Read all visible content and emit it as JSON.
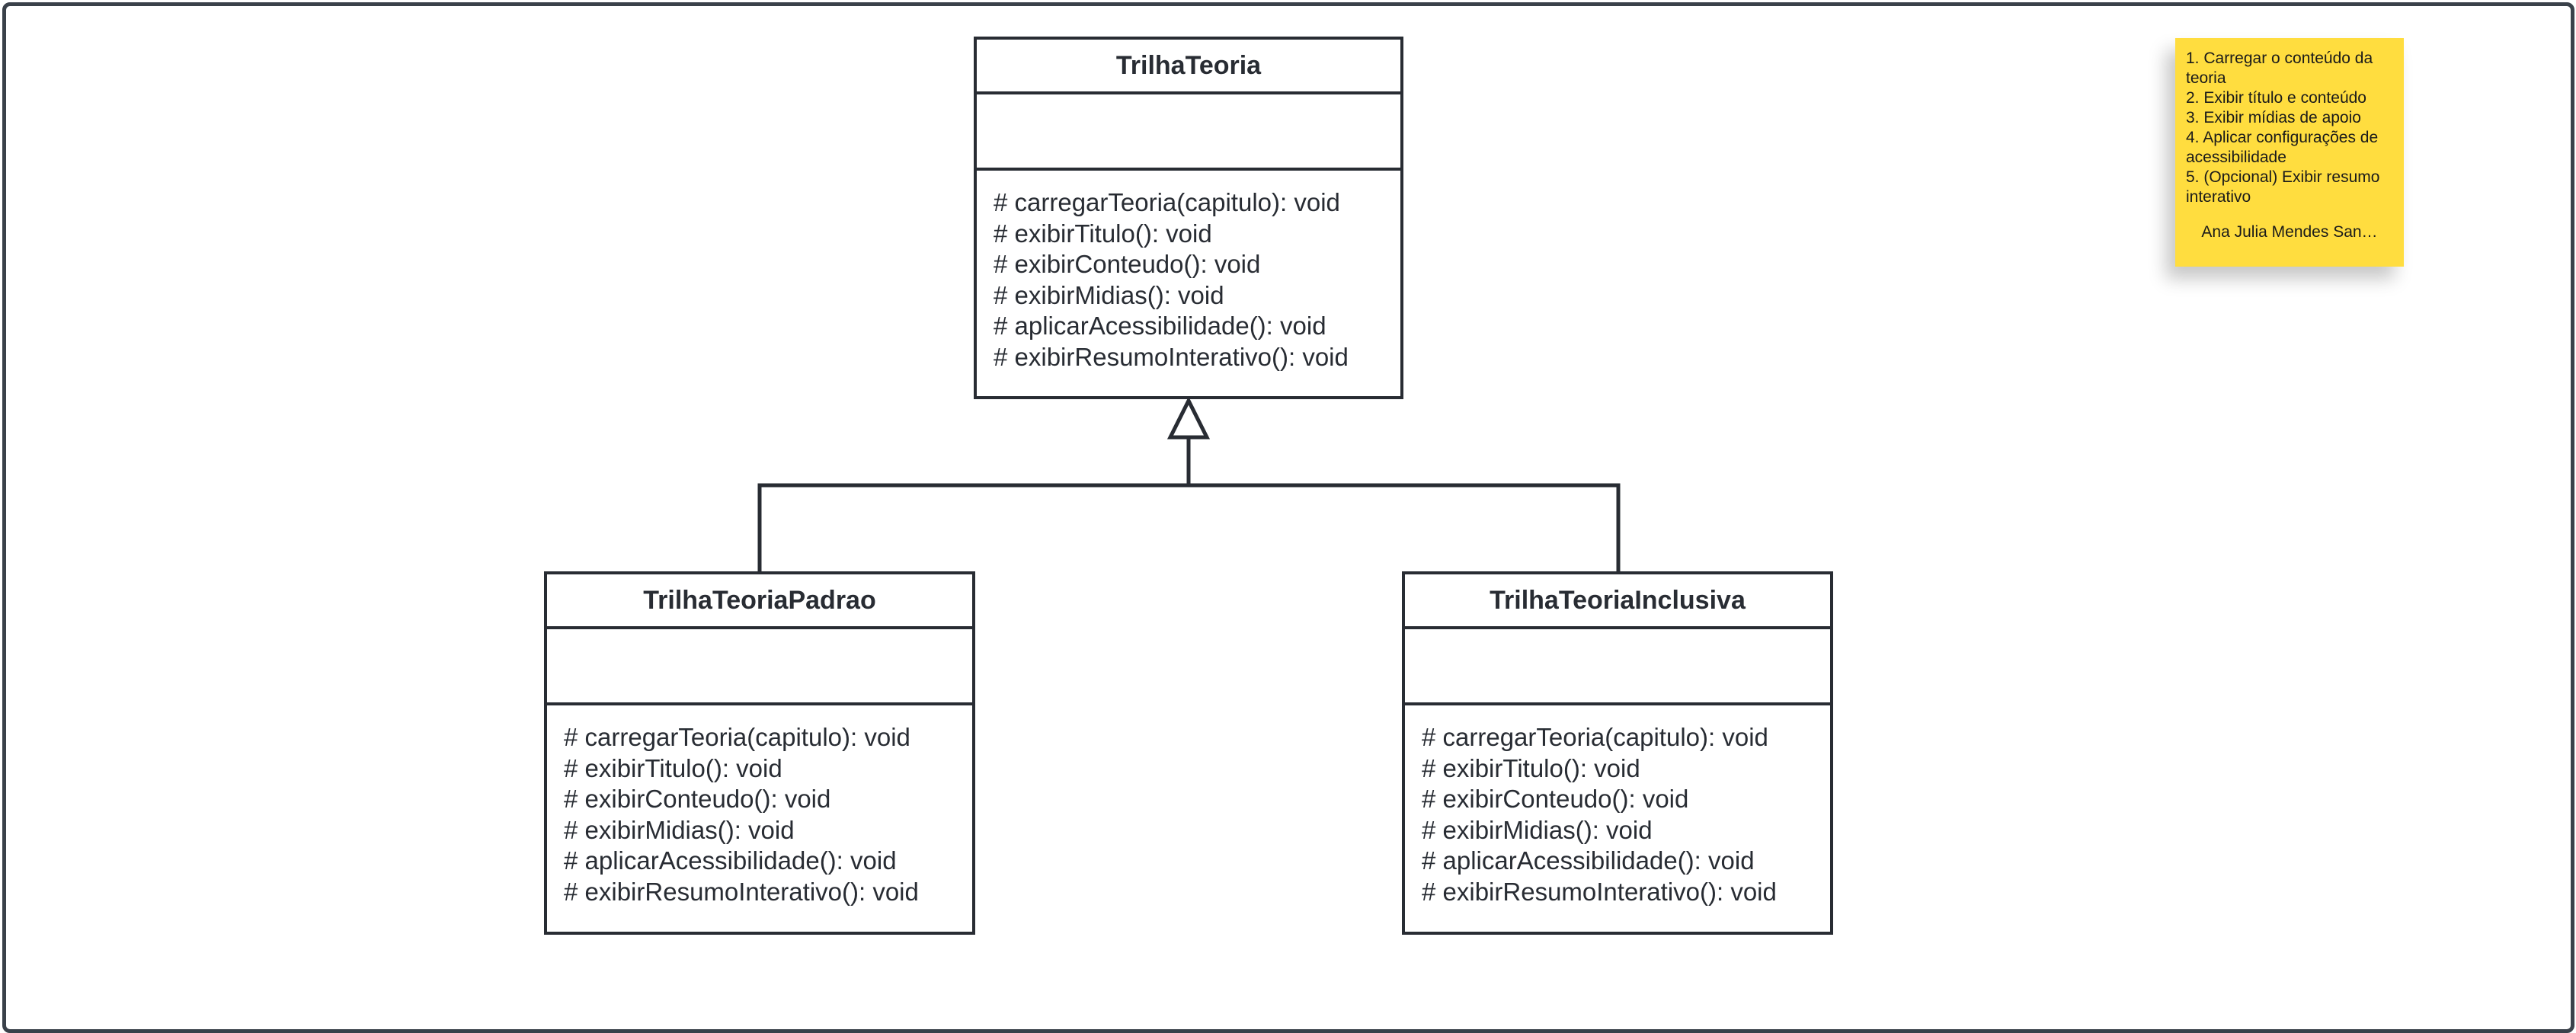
{
  "diagram": {
    "classes": {
      "parent": {
        "name": "TrilhaTeoria",
        "methods": [
          "# carregarTeoria(capitulo): void",
          "# exibirTitulo(): void",
          "# exibirConteudo(): void",
          "# exibirMidias(): void",
          "# aplicarAcessibilidade(): void",
          "# exibirResumoInterativo(): void"
        ]
      },
      "left_child": {
        "name": "TrilhaTeoriaPadrao",
        "methods": [
          "# carregarTeoria(capitulo): void",
          "# exibirTitulo(): void",
          "# exibirConteudo(): void",
          "# exibirMidias(): void",
          "# aplicarAcessibilidade(): void",
          "# exibirResumoInterativo(): void"
        ]
      },
      "right_child": {
        "name": "TrilhaTeoriaInclusiva",
        "methods": [
          "# carregarTeoria(capitulo): void",
          "# exibirTitulo(): void",
          "# exibirConteudo(): void",
          "# exibirMidias(): void",
          "# aplicarAcessibilidade(): void",
          "# exibirResumoInterativo(): void"
        ]
      }
    },
    "note": {
      "lines": [
        "1. Carregar o conteúdo da teoria",
        "2. Exibir título e conteúdo",
        "3. Exibir mídias de apoio",
        "4. Aplicar configurações de acessibilidade",
        "5. (Opcional) Exibir resumo interativo"
      ],
      "author": "Ana Julia Mendes San…",
      "color": "#ffdd3f"
    },
    "colors": {
      "stroke": "#282c33",
      "frame": "#3a414a"
    },
    "relationship": "inheritance"
  }
}
